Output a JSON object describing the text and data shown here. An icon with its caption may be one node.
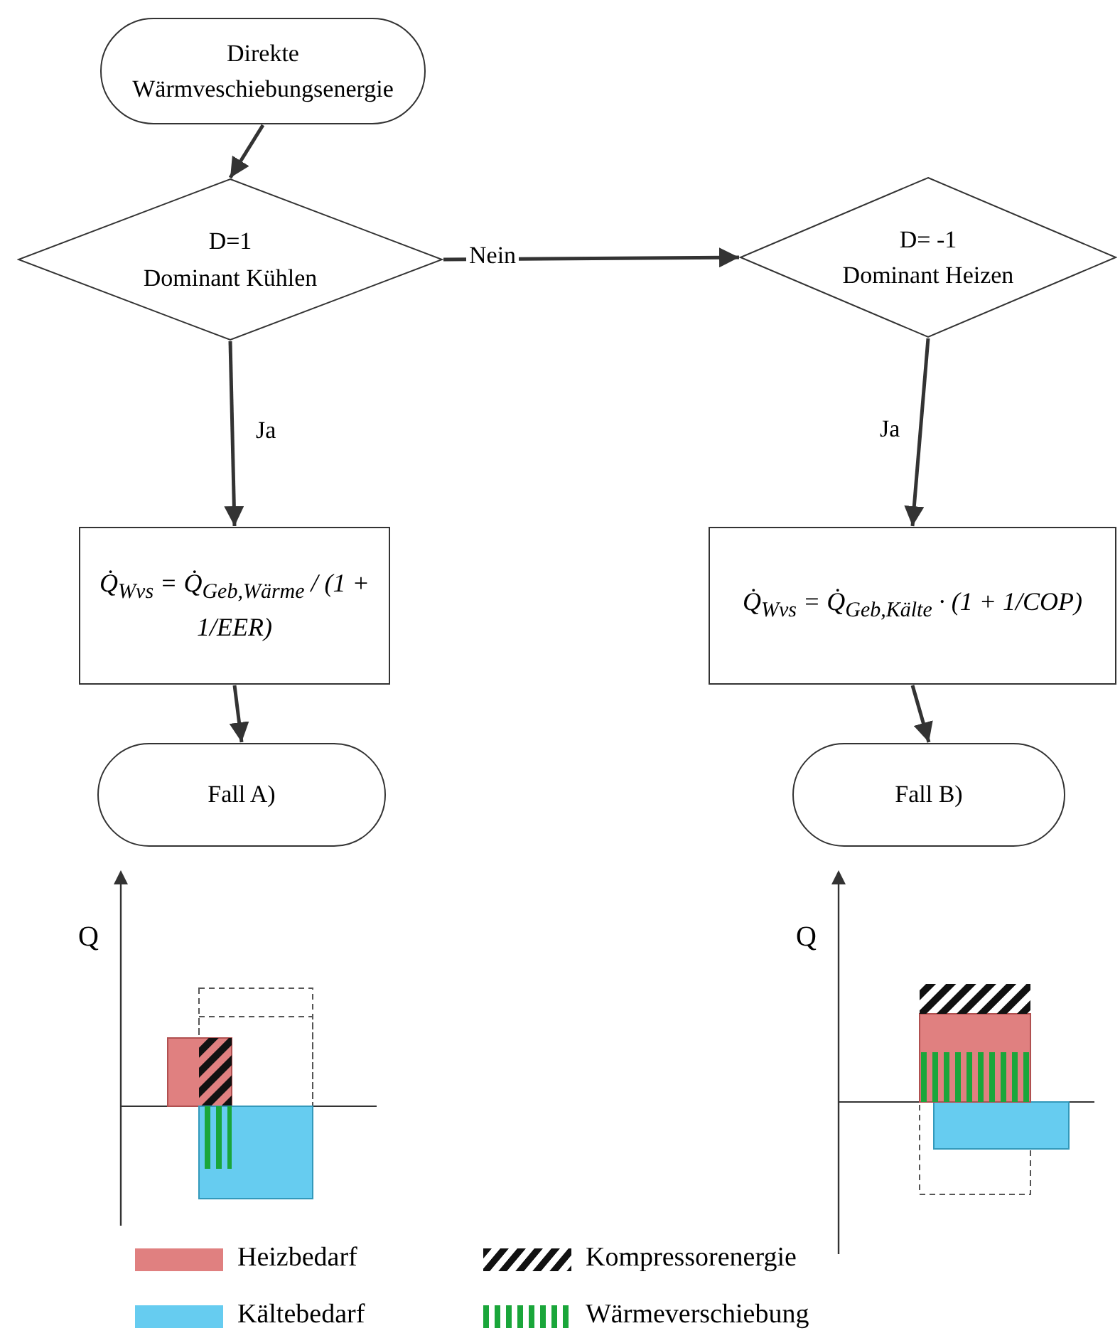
{
  "diagram": {
    "nodes": [
      {
        "text": [
          "Direkte Wärmveschiebungsenergie"
        ]
      },
      {
        "text": [
          "D=1",
          "Dominant Kühlen"
        ]
      },
      {
        "text": [
          "D= -1",
          "Dominant Heizen"
        ]
      },
      {
        "text": [
          "Q̇$_{Wvs}$ = Q̇$_{Geb,Wärme}$ / (1 + 1/EER)"
        ]
      },
      {
        "text": [
          "Q̇$_{Wvs}$ = Q̇$_{Geb,Kälte}$ · (1 + 1/COP)"
        ]
      },
      {
        "text": [
          "Fall A)"
        ]
      },
      {
        "text": [
          "Fall B)"
        ]
      }
    ],
    "edges": [
      {
        "from": 0,
        "to": 1,
        "arrow": "to"
      },
      {
        "from": 1,
        "to": 2,
        "arrow": "to",
        "label": "Nein"
      },
      {
        "from": 1,
        "to": 3,
        "arrow": "to",
        "label": "Ja"
      },
      {
        "from": 2,
        "to": 4,
        "arrow": "to",
        "label": "Ja"
      },
      {
        "from": 3,
        "to": 5,
        "arrow": "to"
      },
      {
        "from": 4,
        "to": 6,
        "arrow": "to"
      }
    ],
    "labels": [
      "Q",
      "Q"
    ],
    "legend": [
      {
        "text": "Heizbedarf",
        "color": "#e08080"
      },
      {
        "text": "Kompressorenergie"
      },
      {
        "text": "Kältebedarf",
        "color": "#66ccf0"
      },
      {
        "text": "Wärmeverschiebung"
      }
    ]
  }
}
